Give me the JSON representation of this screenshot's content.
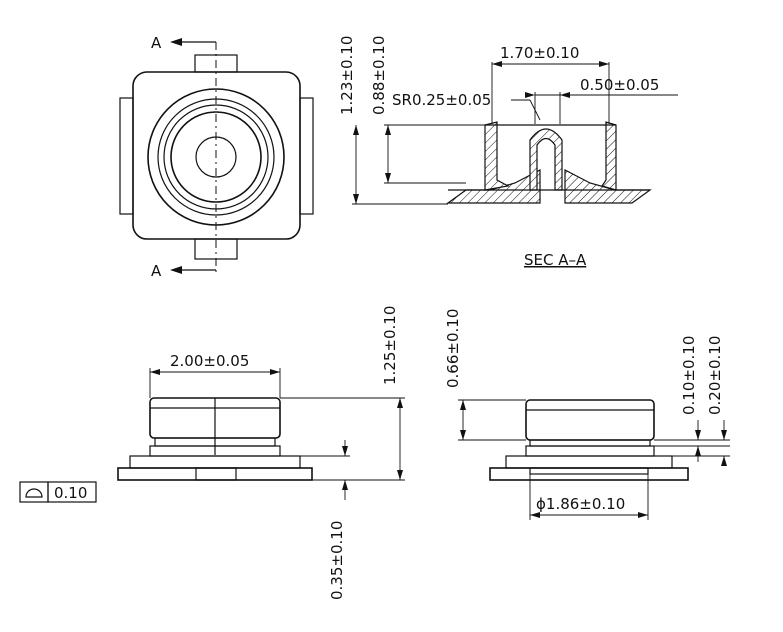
{
  "labels": {
    "section_arrow_top": "A",
    "section_arrow_bottom": "A",
    "section_caption": "SEC A–A",
    "flatness_value": "0.10"
  },
  "dimensions": {
    "overall_height_section": "1.23±0.10",
    "inner_height_section": "0.88±0.10",
    "inner_width_section": "1.70±0.10",
    "wall_width_section": "0.50±0.05",
    "bend_radius_section": "SR0.25±0.05",
    "body_width_front": "2.00±0.05",
    "overall_height_front": "1.25±0.10",
    "base_height_front": "0.35±0.10",
    "cap_height_side": "0.66±0.10",
    "step_small_side": "0.10±0.10",
    "step_large_side": "0.20±0.10",
    "base_diameter_side": "ϕ1.86±0.10"
  }
}
